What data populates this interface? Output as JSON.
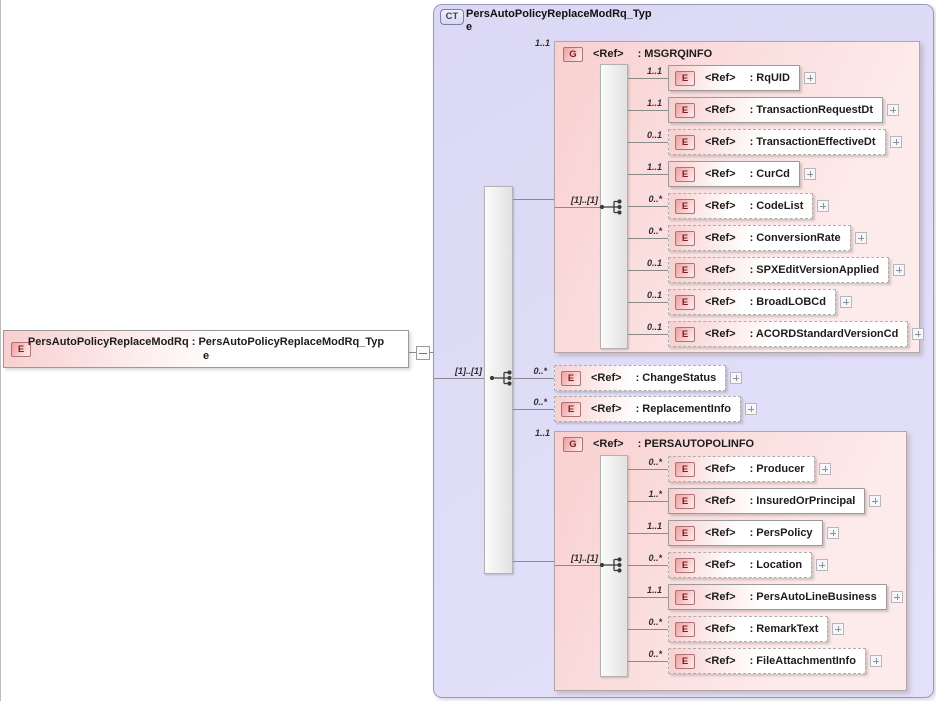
{
  "root_element": {
    "badge": "E",
    "label": "PersAutoPolicyReplaceModRq : PersAutoPolicyReplaceModRq_Type"
  },
  "complex_type": {
    "badge": "CT",
    "title": "PersAutoPolicyReplaceModRq_Type",
    "sequence_cardinality": "[1]..[1]"
  },
  "top_children": [
    {
      "cardinality": "0..*",
      "badge": "E",
      "ref": "<Ref>",
      "name": ": ChangeStatus",
      "box_style": "dashed"
    },
    {
      "cardinality": "0..*",
      "badge": "E",
      "ref": "<Ref>",
      "name": ": ReplacementInfo",
      "box_style": "dashed"
    }
  ],
  "groups": {
    "msgrqinfo": {
      "cardinality": "1..1",
      "badge": "G",
      "ref": "<Ref>",
      "name": ": MSGRQINFO",
      "sequence_cardinality": "[1]..[1]",
      "items": [
        {
          "cardinality": "1..1",
          "badge": "E",
          "ref": "<Ref>",
          "name": ": RqUID",
          "box_style": "solid"
        },
        {
          "cardinality": "1..1",
          "badge": "E",
          "ref": "<Ref>",
          "name": ": TransactionRequestDt",
          "box_style": "solid"
        },
        {
          "cardinality": "0..1",
          "badge": "E",
          "ref": "<Ref>",
          "name": ": TransactionEffectiveDt",
          "box_style": "dashed"
        },
        {
          "cardinality": "1..1",
          "badge": "E",
          "ref": "<Ref>",
          "name": ": CurCd",
          "box_style": "solid"
        },
        {
          "cardinality": "0..*",
          "badge": "E",
          "ref": "<Ref>",
          "name": ": CodeList",
          "box_style": "dashed"
        },
        {
          "cardinality": "0..*",
          "badge": "E",
          "ref": "<Ref>",
          "name": ": ConversionRate",
          "box_style": "dashed"
        },
        {
          "cardinality": "0..1",
          "badge": "E",
          "ref": "<Ref>",
          "name": ": SPXEditVersionApplied",
          "box_style": "dashed"
        },
        {
          "cardinality": "0..1",
          "badge": "E",
          "ref": "<Ref>",
          "name": ": BroadLOBCd",
          "box_style": "dashed"
        },
        {
          "cardinality": "0..1",
          "badge": "E",
          "ref": "<Ref>",
          "name": ": ACORDStandardVersionCd",
          "box_style": "dashed"
        }
      ]
    },
    "persautopolinfo": {
      "cardinality": "1..1",
      "badge": "G",
      "ref": "<Ref>",
      "name": ": PERSAUTOPOLINFO",
      "sequence_cardinality": "[1]..[1]",
      "items": [
        {
          "cardinality": "0..*",
          "badge": "E",
          "ref": "<Ref>",
          "name": ": Producer",
          "box_style": "dashed"
        },
        {
          "cardinality": "1..*",
          "badge": "E",
          "ref": "<Ref>",
          "name": ": InsuredOrPrincipal",
          "box_style": "solid"
        },
        {
          "cardinality": "1..1",
          "badge": "E",
          "ref": "<Ref>",
          "name": ": PersPolicy",
          "box_style": "solid"
        },
        {
          "cardinality": "0..*",
          "badge": "E",
          "ref": "<Ref>",
          "name": ": Location",
          "box_style": "dashed"
        },
        {
          "cardinality": "1..1",
          "badge": "E",
          "ref": "<Ref>",
          "name": ": PersAutoLineBusiness",
          "box_style": "solid"
        },
        {
          "cardinality": "0..*",
          "badge": "E",
          "ref": "<Ref>",
          "name": ": RemarkText",
          "box_style": "dashed"
        },
        {
          "cardinality": "0..*",
          "badge": "E",
          "ref": "<Ref>",
          "name": ": FileAttachmentInfo",
          "box_style": "dashed"
        }
      ]
    }
  },
  "icons": {
    "expand-icon": "+",
    "collapse-icon": "−",
    "sequence-icon": "model-group-sequence"
  }
}
